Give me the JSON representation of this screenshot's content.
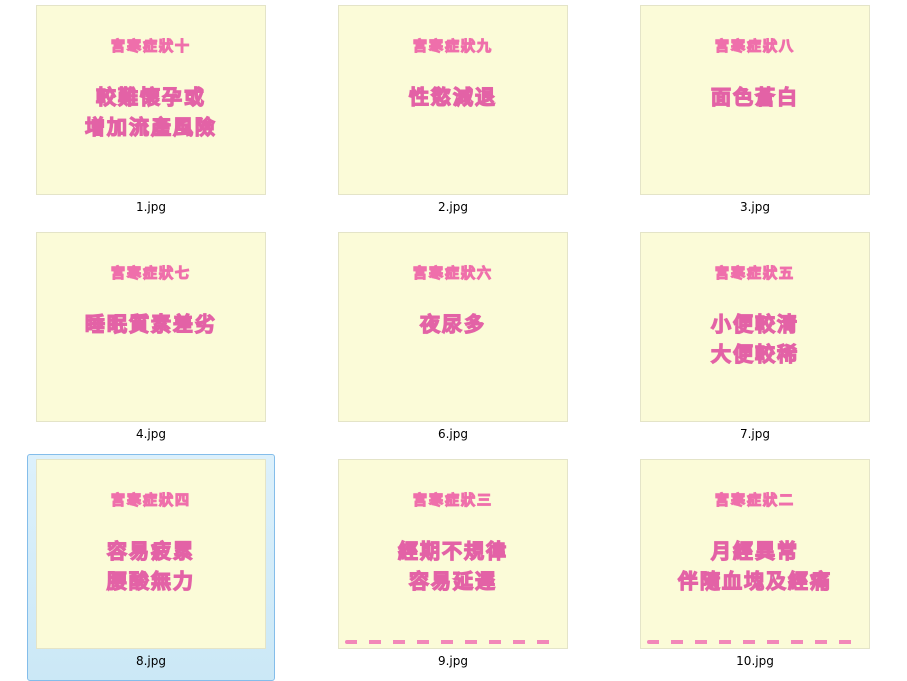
{
  "view": {
    "kind": "thumbnail-grid",
    "columns": 3,
    "rows": 3
  },
  "colors": {
    "thumbnail_background": "#fbfbd8",
    "title_fill": "#ffffff",
    "title_outline": "#ef6fab",
    "body_fill": "#aedada",
    "body_outline": "#e362a6",
    "selection_background": "#cbe8f6",
    "selection_border": "#84bdea"
  },
  "items": [
    {
      "filename": "1.jpg",
      "title": "宮寒症狀十",
      "body": "較難懷孕或\n增加流產風險",
      "selected": false,
      "torn_edge": false
    },
    {
      "filename": "2.jpg",
      "title": "宮寒症狀九",
      "body": "性慾減退",
      "selected": false,
      "torn_edge": false
    },
    {
      "filename": "3.jpg",
      "title": "宮寒症狀八",
      "body": "面色蒼白",
      "selected": false,
      "torn_edge": false
    },
    {
      "filename": "4.jpg",
      "title": "宮寒症狀七",
      "body": "睡眠質素差劣",
      "selected": false,
      "torn_edge": false
    },
    {
      "filename": "6.jpg",
      "title": "宮寒症狀六",
      "body": "夜尿多",
      "selected": false,
      "torn_edge": false
    },
    {
      "filename": "7.jpg",
      "title": "宮寒症狀五",
      "body": "小便較清\n大便較稀",
      "selected": false,
      "torn_edge": false
    },
    {
      "filename": "8.jpg",
      "title": "宮寒症狀四",
      "body": "容易疲累\n腰酸無力",
      "selected": true,
      "torn_edge": false
    },
    {
      "filename": "9.jpg",
      "title": "宮寒症狀三",
      "body": "經期不規律\n容易延遲",
      "selected": false,
      "torn_edge": true
    },
    {
      "filename": "10.jpg",
      "title": "宮寒症狀二",
      "body": "月經異常\n伴隨血塊及經痛",
      "selected": false,
      "torn_edge": true
    }
  ]
}
